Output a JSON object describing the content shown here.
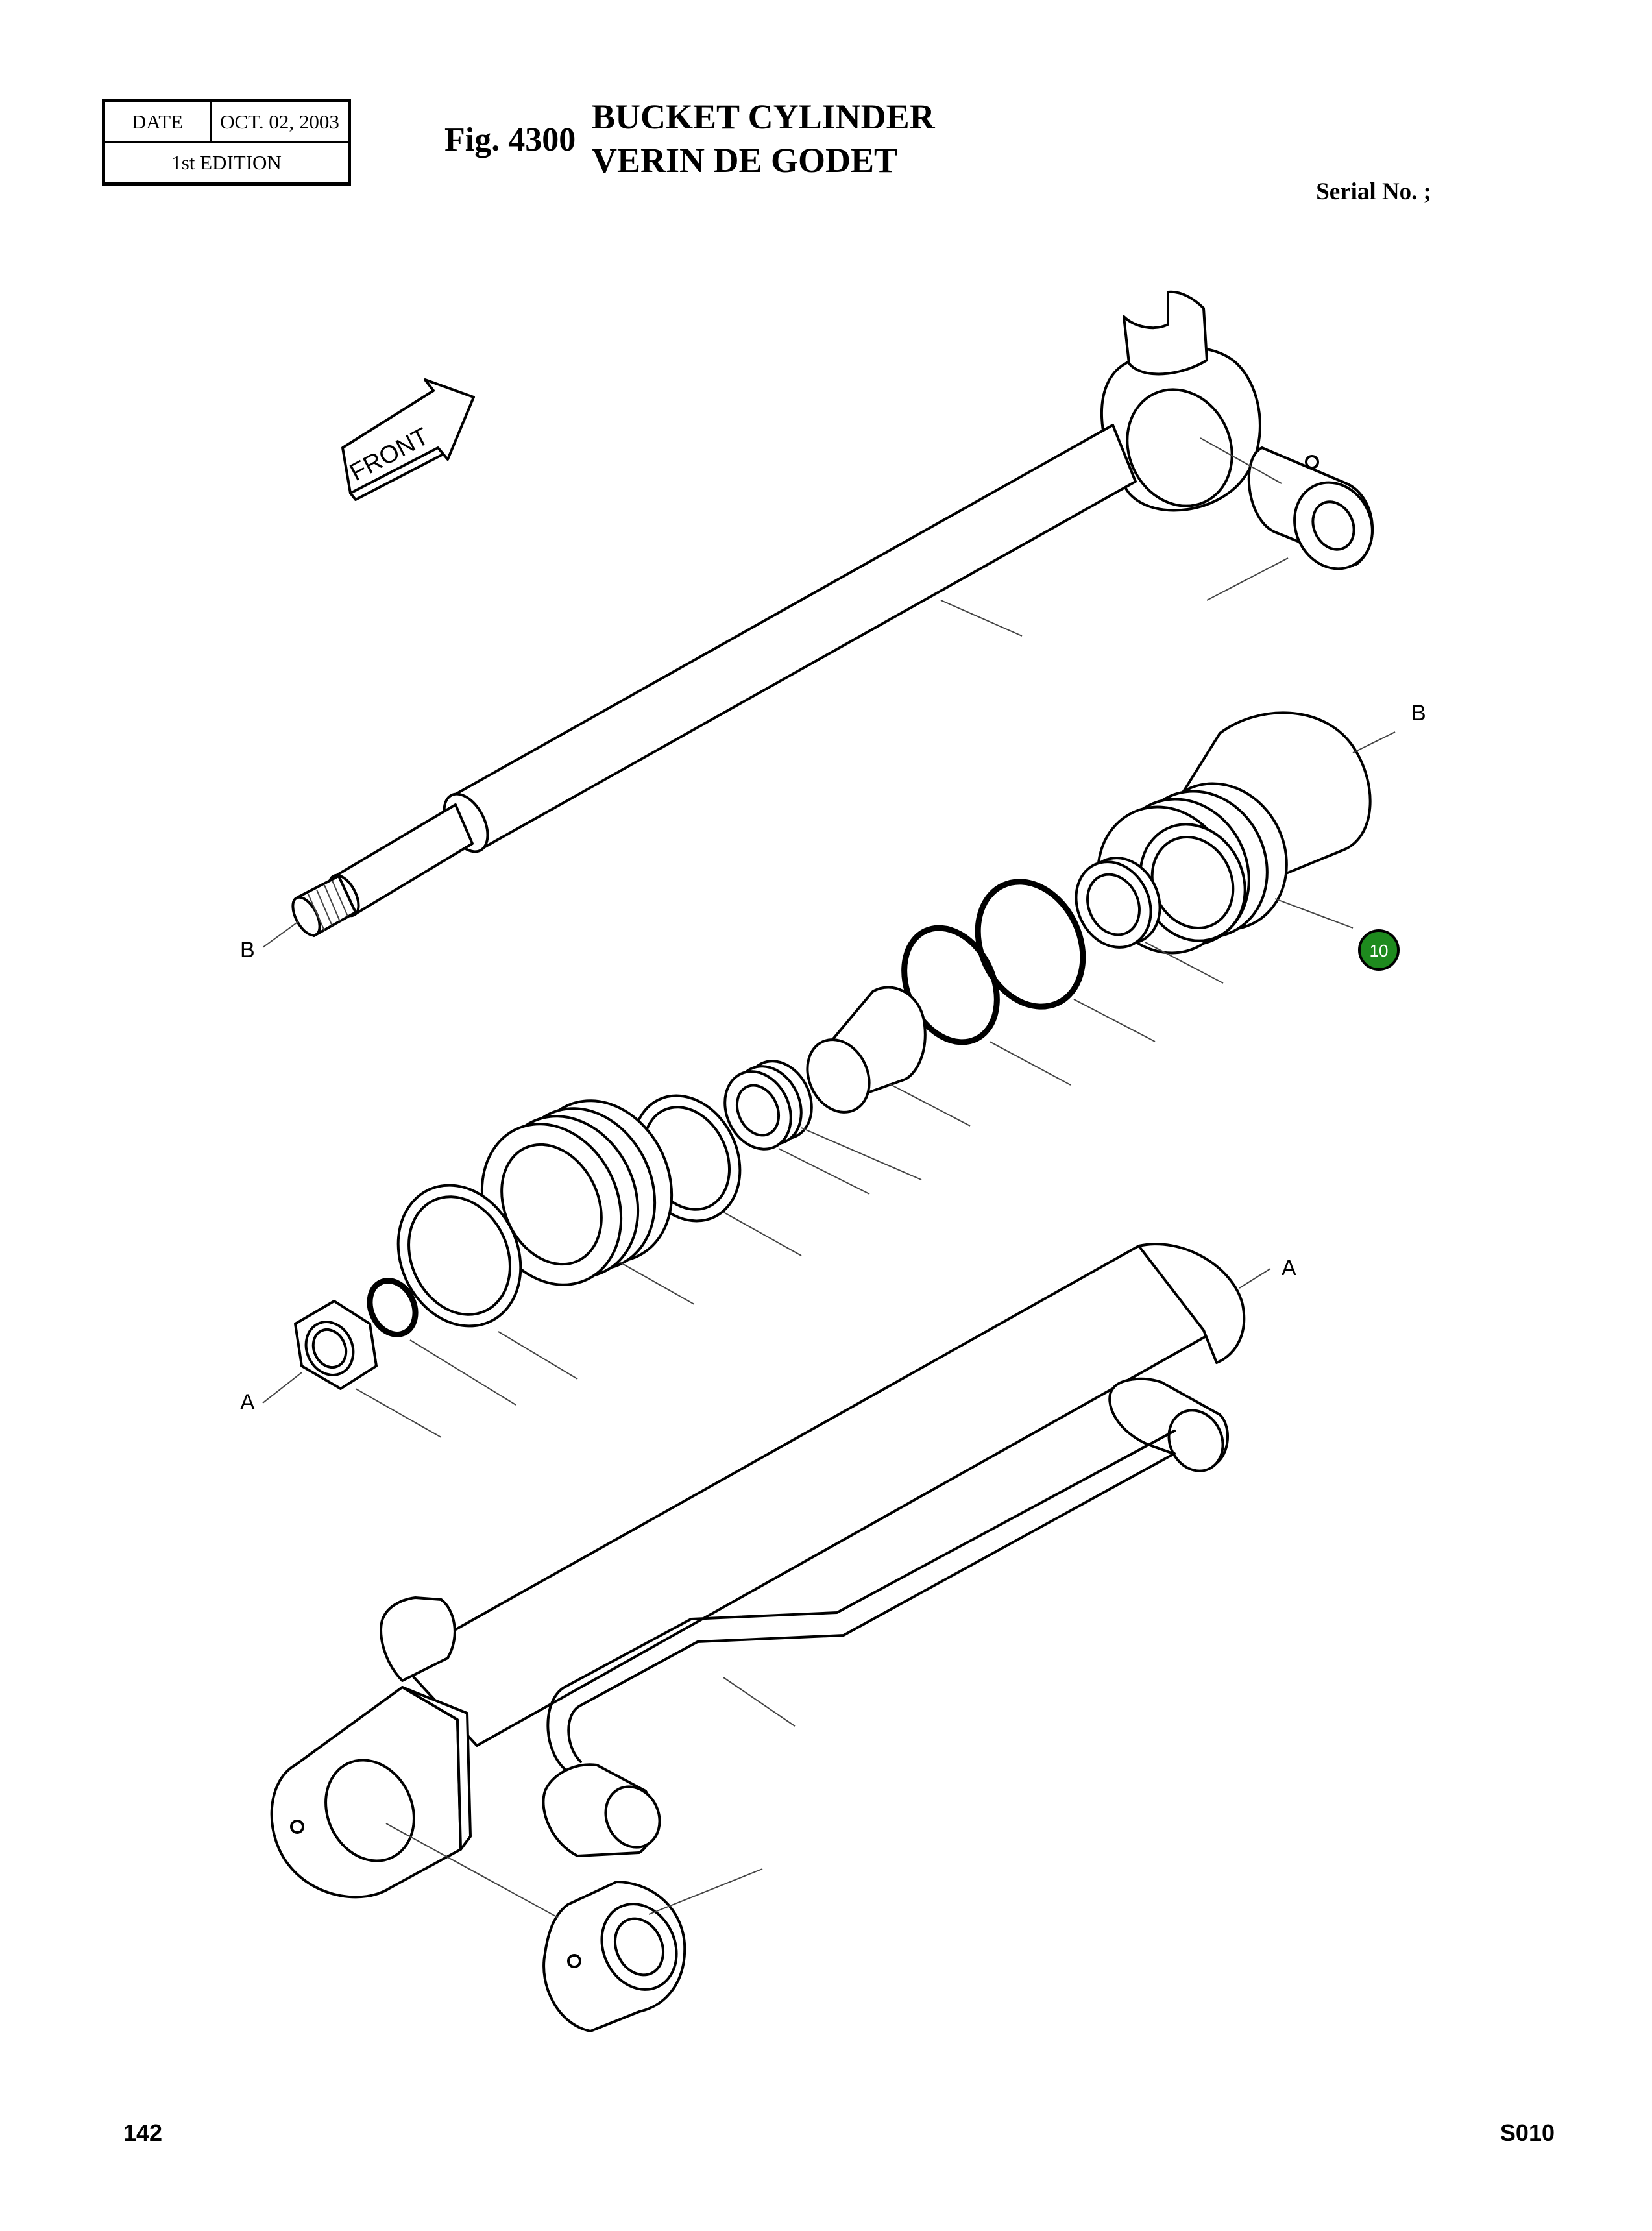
{
  "header": {
    "date_label": "DATE",
    "date_value": "OCT. 02, 2003",
    "edition": "1st EDITION",
    "figure_number": "Fig. 4300",
    "title_en": "BUCKET CYLINDER",
    "title_fr": "VERIN DE GODET",
    "serial_label": "Serial No. ;"
  },
  "diagram": {
    "direction_label": "FRONT",
    "connection_labels": {
      "rod_end_head": "B",
      "rod_thread": "B",
      "tube_end": "A",
      "nut": "A"
    },
    "callout": {
      "number": "10",
      "color": "#1e8a1e"
    }
  },
  "footer": {
    "page_number": "142",
    "section_code": "S010"
  }
}
